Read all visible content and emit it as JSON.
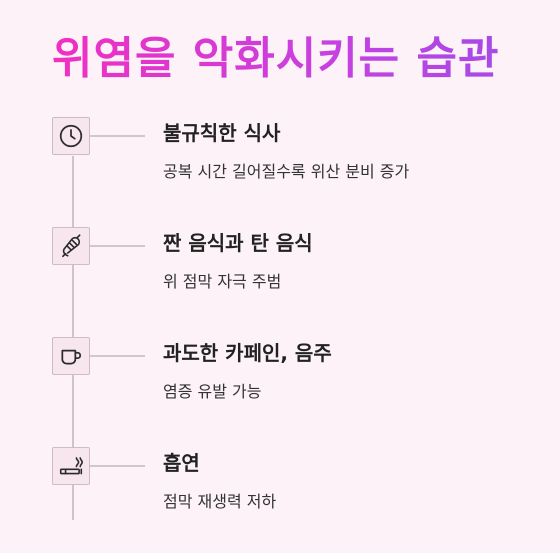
{
  "title": "위염을 악화시키는 습관",
  "colors": {
    "title_gradient_start": "#f02fc2",
    "title_gradient_end": "#a64ae6",
    "background": "#fdf2f7",
    "icon_box": "#f7e6ee",
    "line": "#cfc3cc"
  },
  "items": [
    {
      "icon": "clock-icon",
      "title": "불규칙한 식사",
      "description": "공복 시간 길어질수록 위산 분비 증가"
    },
    {
      "icon": "chili-pepper-icon",
      "title": "짠 음식과 탄 음식",
      "description": "위 점막 자극 주범"
    },
    {
      "icon": "coffee-cup-icon",
      "title": "과도한 카페인, 음주",
      "description": "염증 유발 가능"
    },
    {
      "icon": "cigarette-icon",
      "title": "흡연",
      "description": "점막 재생력 저하"
    }
  ]
}
